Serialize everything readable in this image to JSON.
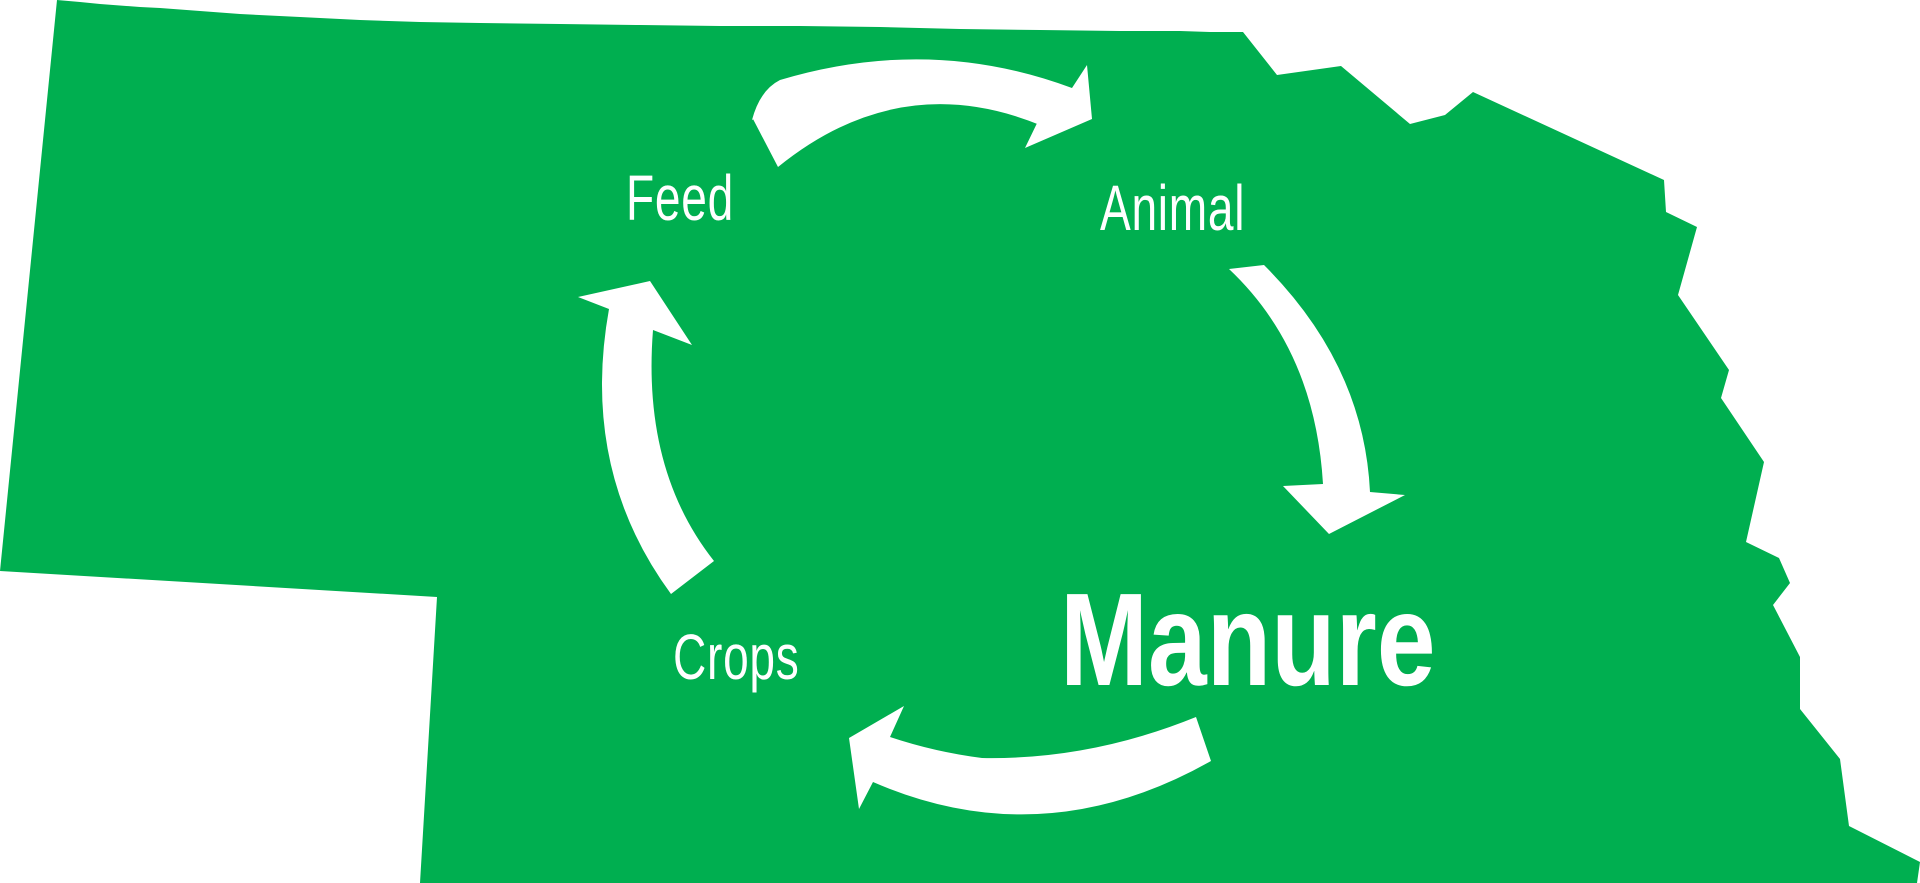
{
  "diagram": {
    "labels": {
      "feed": "Feed",
      "animal": "Animal",
      "manure": "Manure",
      "crops": "Crops"
    },
    "colors": {
      "state_fill": "#00AF50",
      "arrow": "#FFFFFF",
      "text": "#FFFFFF",
      "background": "#FFFFFF"
    },
    "cycle": [
      "Feed",
      "Animal",
      "Manure",
      "Crops"
    ]
  }
}
